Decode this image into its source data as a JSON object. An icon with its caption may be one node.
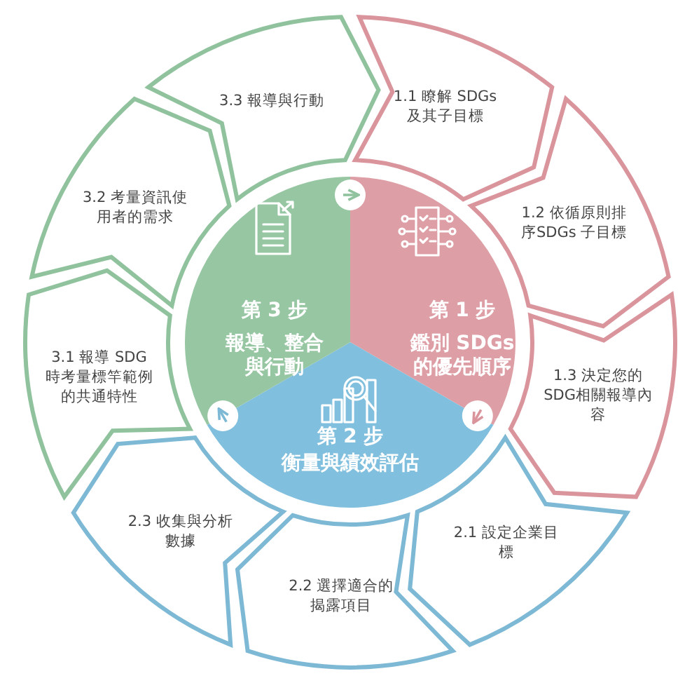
{
  "diagram": {
    "nodes": [
      {
        "text": [
          "第 1 步",
          "鑑別 SDGs的優先順序"
        ]
      },
      {
        "text": [
          "第 2 步",
          "衡量與績效評估"
        ]
      },
      {
        "text": [
          "第 3 步",
          "報導、整合與行動"
        ]
      },
      {
        "text": [
          "1.1 瞭解 SDGs及其子目標"
        ]
      },
      {
        "text": [
          "1.2 依循原則排序SDGs 子目標"
        ]
      },
      {
        "text": [
          "1.3 決定您的 SDG相關報導內容"
        ]
      },
      {
        "text": [
          "2.1 設定企業目標"
        ]
      },
      {
        "text": [
          "2.2 選擇適合的揭露項目"
        ]
      },
      {
        "text": [
          "2.3 收集與分析數據"
        ]
      },
      {
        "text": [
          "3.1 報導 SDG時考量標竿範例的共通特性"
        ]
      },
      {
        "text": [
          "3.2 考量資訊使用者的需求"
        ]
      },
      {
        "text": [
          "3.3 報導與行動"
        ]
      }
    ],
    "edges": [
      {
        "from": 2,
        "to": 0,
        "arrow": "to"
      },
      {
        "from": 0,
        "to": 1,
        "arrow": "to"
      },
      {
        "from": 1,
        "to": 2,
        "arrow": "to"
      }
    ]
  }
}
